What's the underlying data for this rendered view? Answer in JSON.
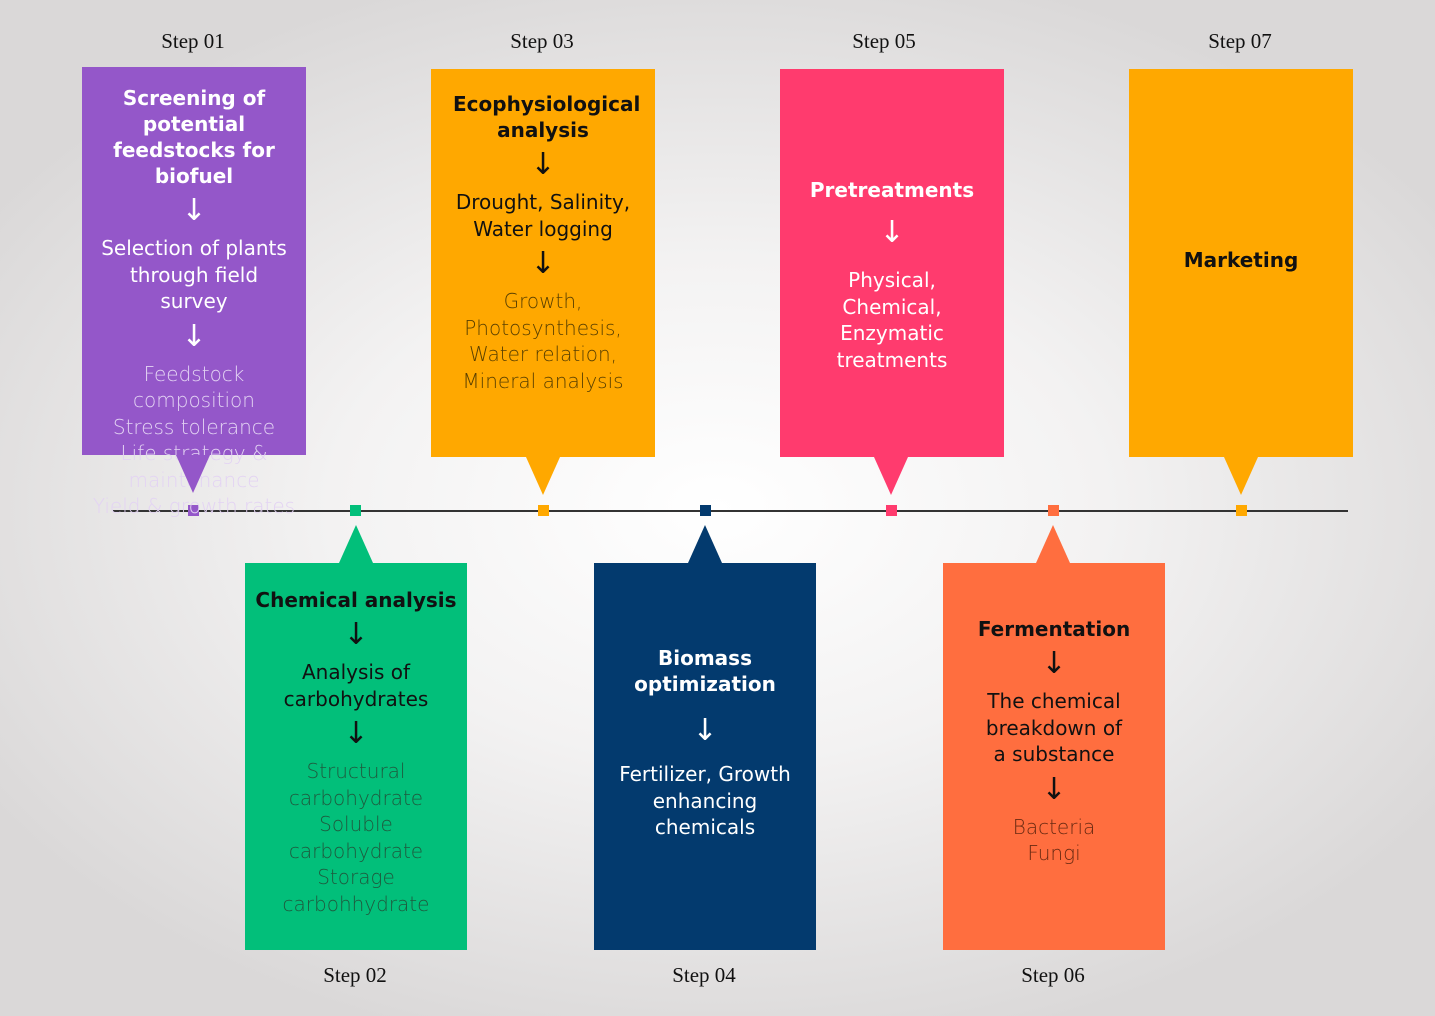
{
  "colors": {
    "purple": "#9457c9",
    "green": "#02bf7a",
    "orange": "#ffa800",
    "navy": "#033a6e",
    "pink": "#ff3b6e",
    "coral": "#ff6e3f"
  },
  "steps": [
    {
      "label": "Step 01",
      "title": "Screening of potential feedstocks for biofuel",
      "mid": "Selection of plants through field survey",
      "details": [
        "Feedstock composition",
        "Stress tolerance",
        "Life strategy &",
        "maintenance",
        "Yield & growth rates"
      ]
    },
    {
      "label": "Step 02",
      "title": "Chemical analysis",
      "mid": "Analysis of carbohydrates",
      "details": [
        "Structural",
        "carbohydrate",
        "Soluble",
        "carbohydrate",
        "Storage",
        "carbohhydrate"
      ]
    },
    {
      "label": "Step 03",
      "title": "Ecophysiological analysis",
      "mid": "Drought, Salinity, Water logging",
      "details": [
        "Growth,",
        "Photosynthesis,",
        "Water relation,",
        "Mineral analysis"
      ]
    },
    {
      "label": "Step 04",
      "title": "Biomass optimization",
      "mid": "Fertilizer, Growth enhancing chemicals"
    },
    {
      "label": "Step 05",
      "title": "Pretreatments",
      "mid": "Physical, Chemical, Enzymatic treatments"
    },
    {
      "label": "Step 06",
      "title": "Fermentation",
      "mid": "The chemical breakdown of a substance",
      "details": [
        "Bacteria",
        "Fungi"
      ]
    },
    {
      "label": "Step 07",
      "title": "Marketing"
    }
  ]
}
